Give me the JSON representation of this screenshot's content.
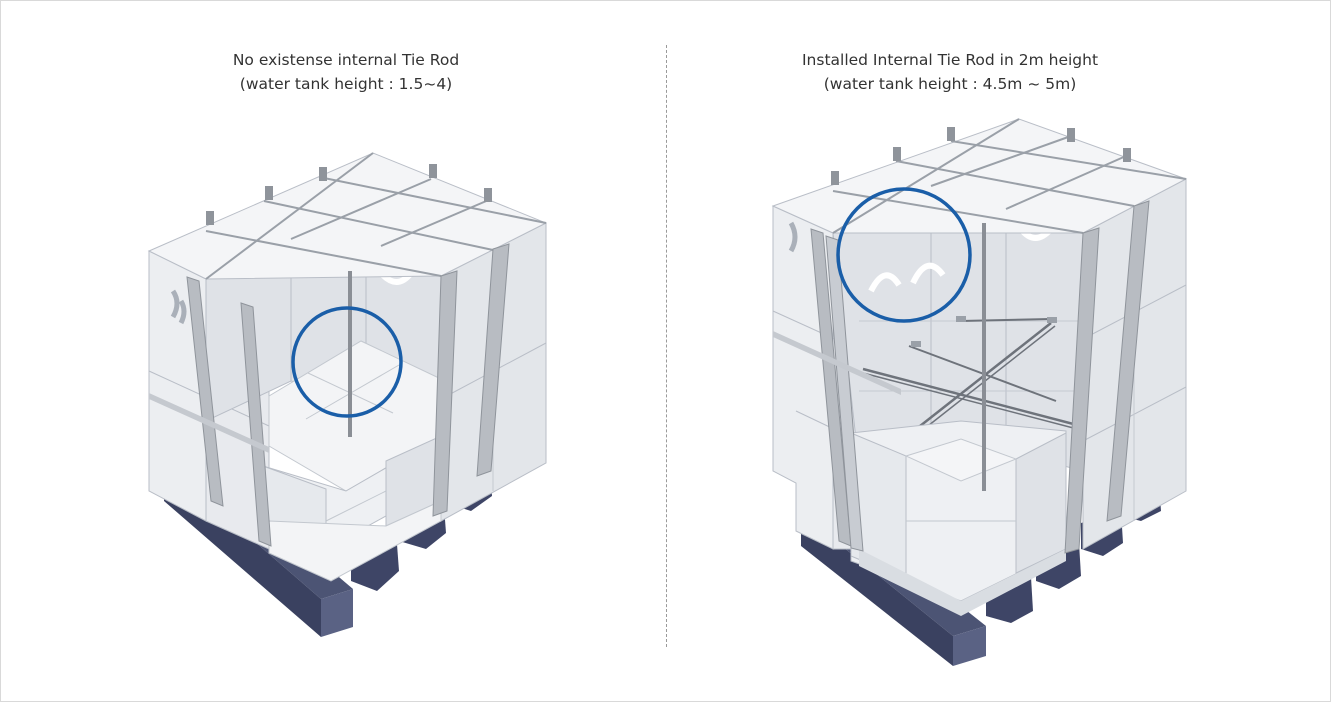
{
  "panels": [
    {
      "id": "left",
      "title": "No existense internal Tie Rod",
      "subtitle": "(water tank height : 1.5~4)"
    },
    {
      "id": "right",
      "title": "Installed Internal Tie Rod in 2m height",
      "subtitle": "(water tank height : 4.5m ~ 5m)"
    }
  ],
  "colors": {
    "panel": "#eef0f3",
    "panel_dark": "#cfd3da",
    "panel_line": "#b9bec7",
    "beam": "#b8bcc2",
    "beam_dark": "#8f949b",
    "base": "#4c5474",
    "base_side": "#3a4160",
    "highlight_circle": "#1a5ea8",
    "rod": "#8a8e95"
  }
}
